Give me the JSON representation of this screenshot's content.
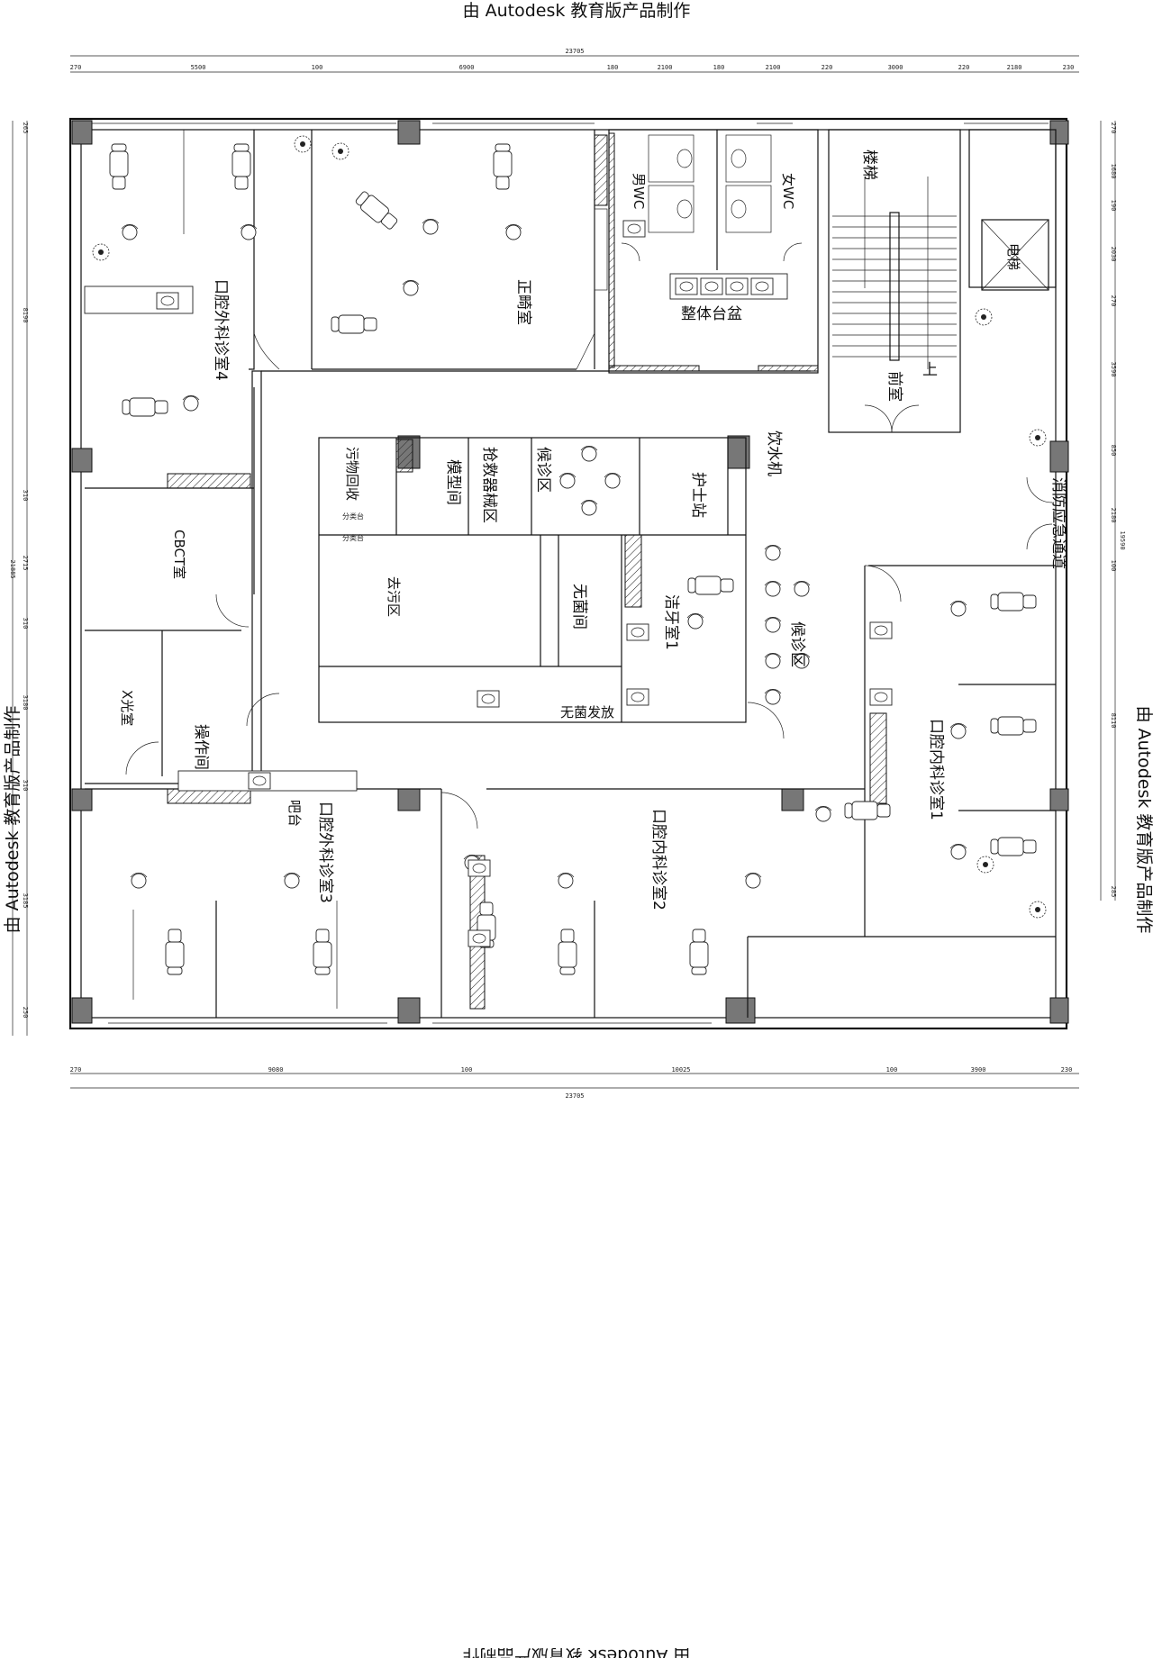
{
  "watermark": {
    "top": "由 Autodesk 教育版产品制作",
    "bottom": "由 Autodesk 教育版产品制作",
    "left": "由 Autodesk 教育版产品制作",
    "right": "由 Autodesk 教育版产品制作"
  },
  "dimensions": {
    "top_total": "23705",
    "top": [
      "270",
      "5500",
      "100",
      "6900",
      "180",
      "2100",
      "180",
      "2100",
      "220",
      "3000",
      "220",
      "2180",
      "230"
    ],
    "bottom_total": "23705",
    "bottom": [
      "270",
      "9080",
      "100",
      "10025",
      "100",
      "3900",
      "230"
    ],
    "left_total": "21885",
    "left": [
      "265",
      "8190",
      "310",
      "2715",
      "310",
      "3180",
      "310",
      "3185",
      "250"
    ],
    "right_total": "19590",
    "right": [
      "270",
      "1680",
      "190",
      "2030",
      "270",
      "3590",
      "850",
      "2180",
      "100",
      "8110",
      "285"
    ]
  },
  "rooms": {
    "oral_surgery_4": "口腔外科诊室4",
    "orthodontics": "正畸室",
    "male_wc": "男WC",
    "female_wc": "女WC",
    "washbasin": "整体台盆",
    "stairs": "楼梯",
    "elevator": "电梯",
    "anteroom": "前室",
    "up": "上",
    "dirty_recycle": "污物回收",
    "model_room": "模型间",
    "emergency_equipment": "抢救器械区",
    "waiting_1": "候诊区",
    "water_dispenser": "饮水机",
    "nurse_station": "护士站",
    "fire_exit": "消防应急通道",
    "cbct": "CBCT室",
    "decontamination": "去污区",
    "sterile_room": "无菌间",
    "cleaning_room_1": "洁牙室1",
    "waiting_2": "候诊区",
    "oral_medicine_1": "口腔内科诊室1",
    "xray": "X光室",
    "operation": "操作间",
    "sterile_dispense": "无菌发放",
    "oral_surgery_3": "口腔外科诊室3",
    "oral_medicine_2": "口腔内科诊室2",
    "sorting_table_1": "分类台",
    "sorting_table_2": "分类台",
    "reception": "吧台"
  }
}
